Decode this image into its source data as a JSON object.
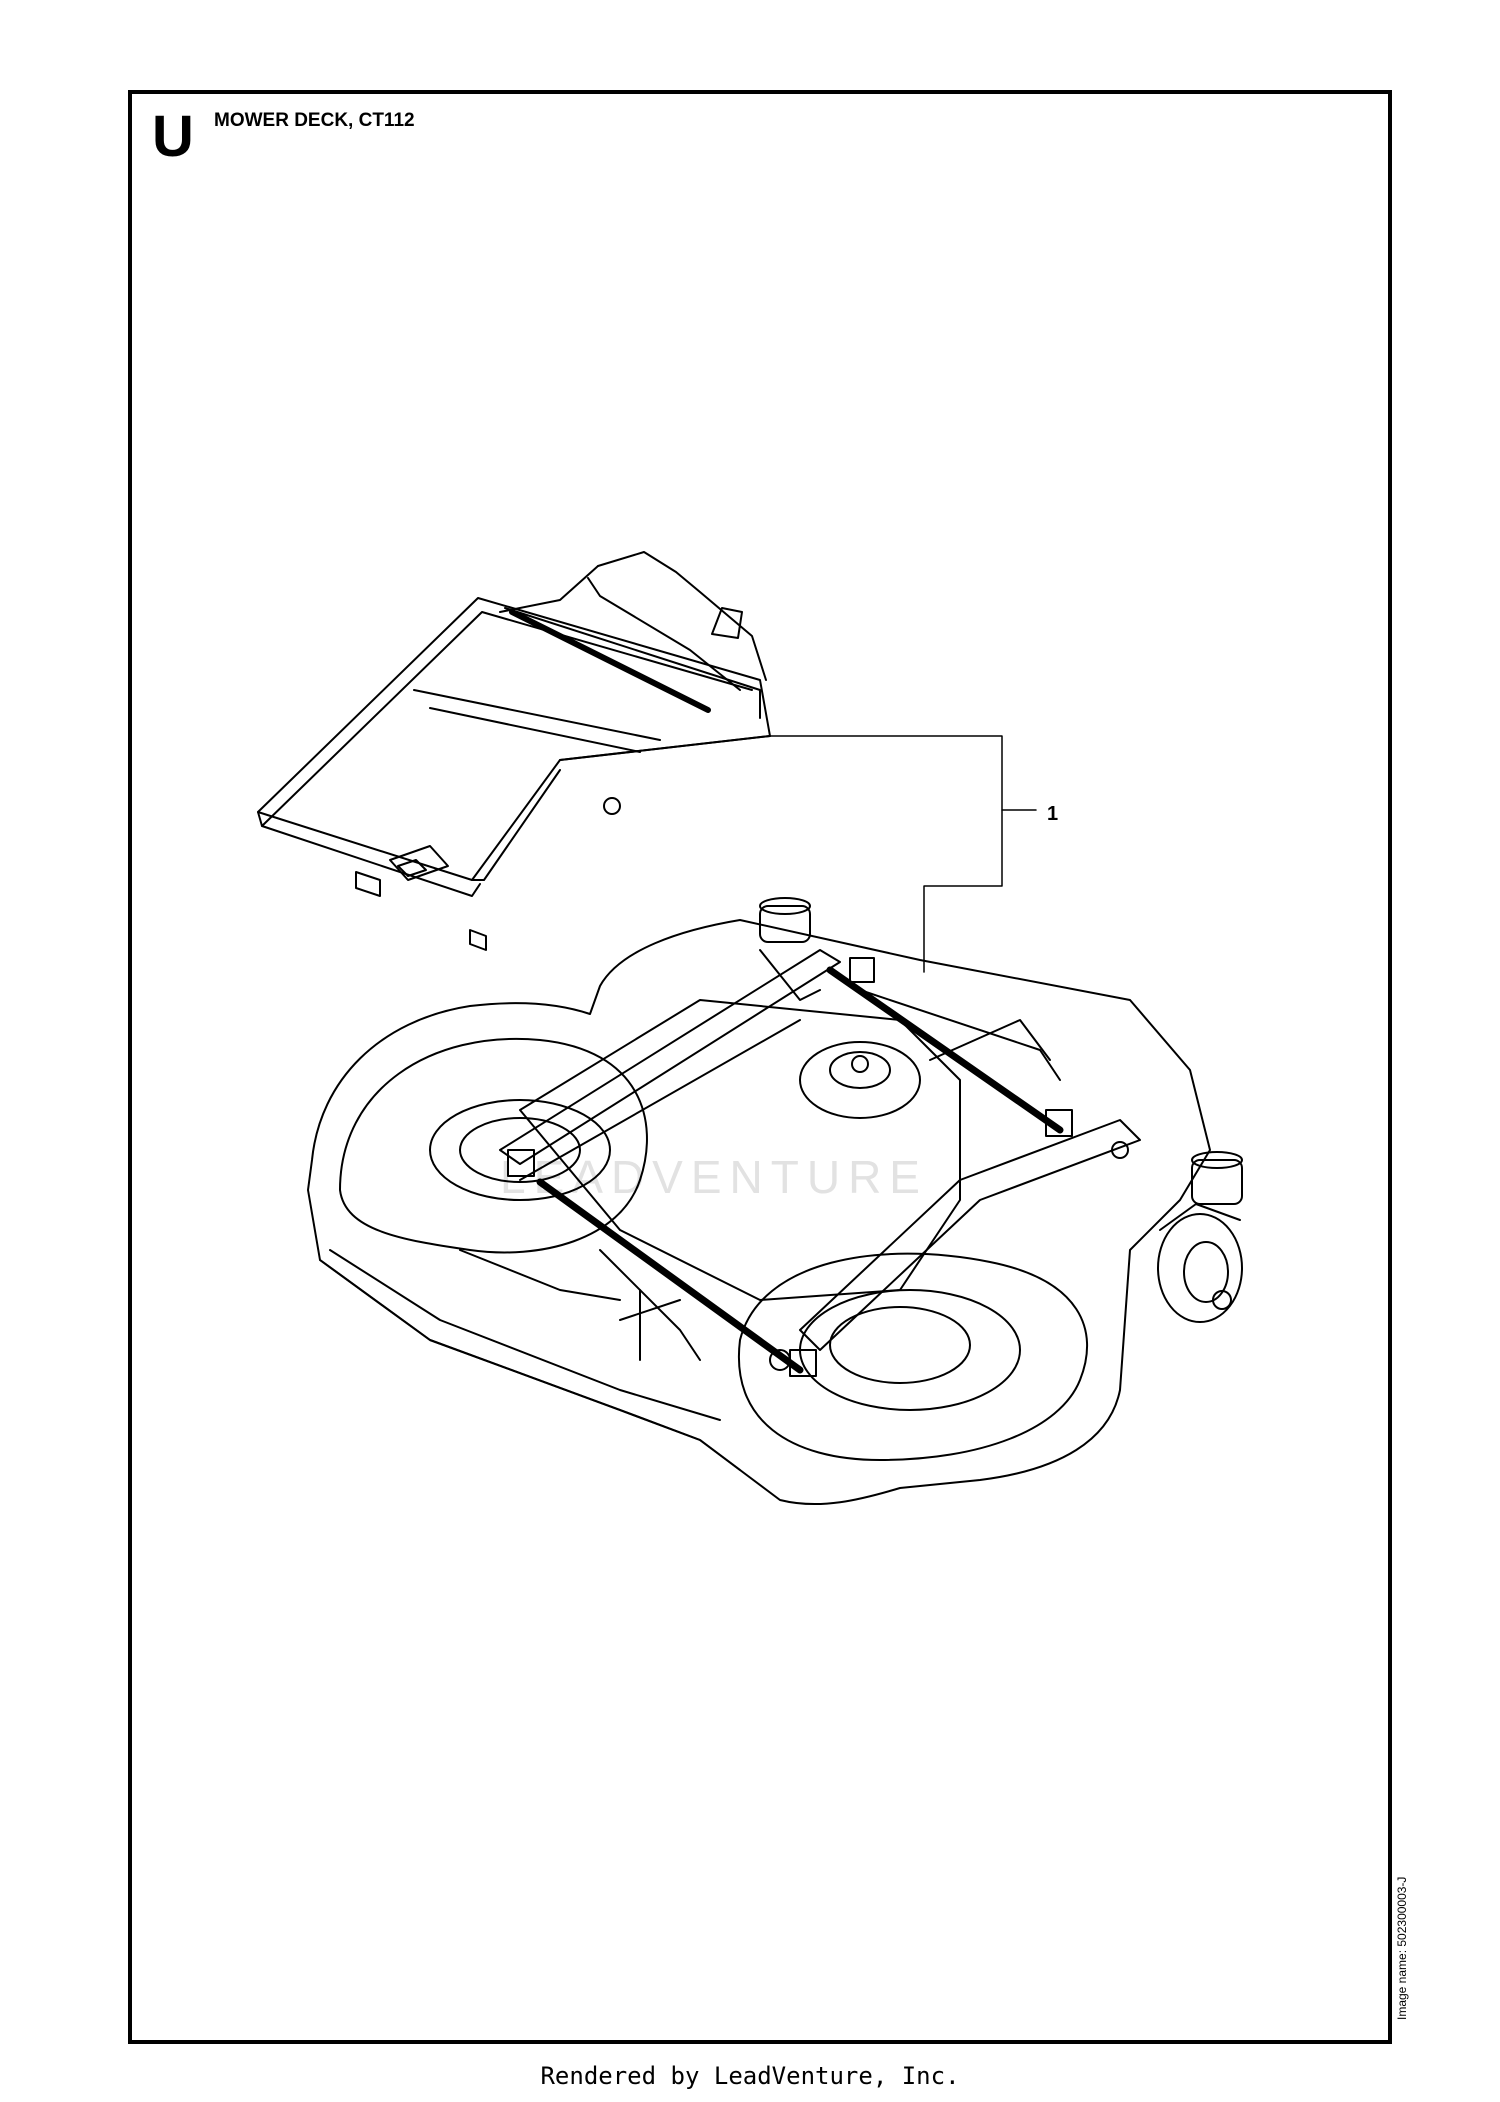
{
  "header": {
    "section_letter": "U",
    "title": "MOWER DECK, CT112"
  },
  "callouts": [
    {
      "number": "1"
    }
  ],
  "side_label": "Image name: 502300003-J",
  "watermark": "LEADVENTURE",
  "footer": "Rendered by LeadVenture, Inc."
}
